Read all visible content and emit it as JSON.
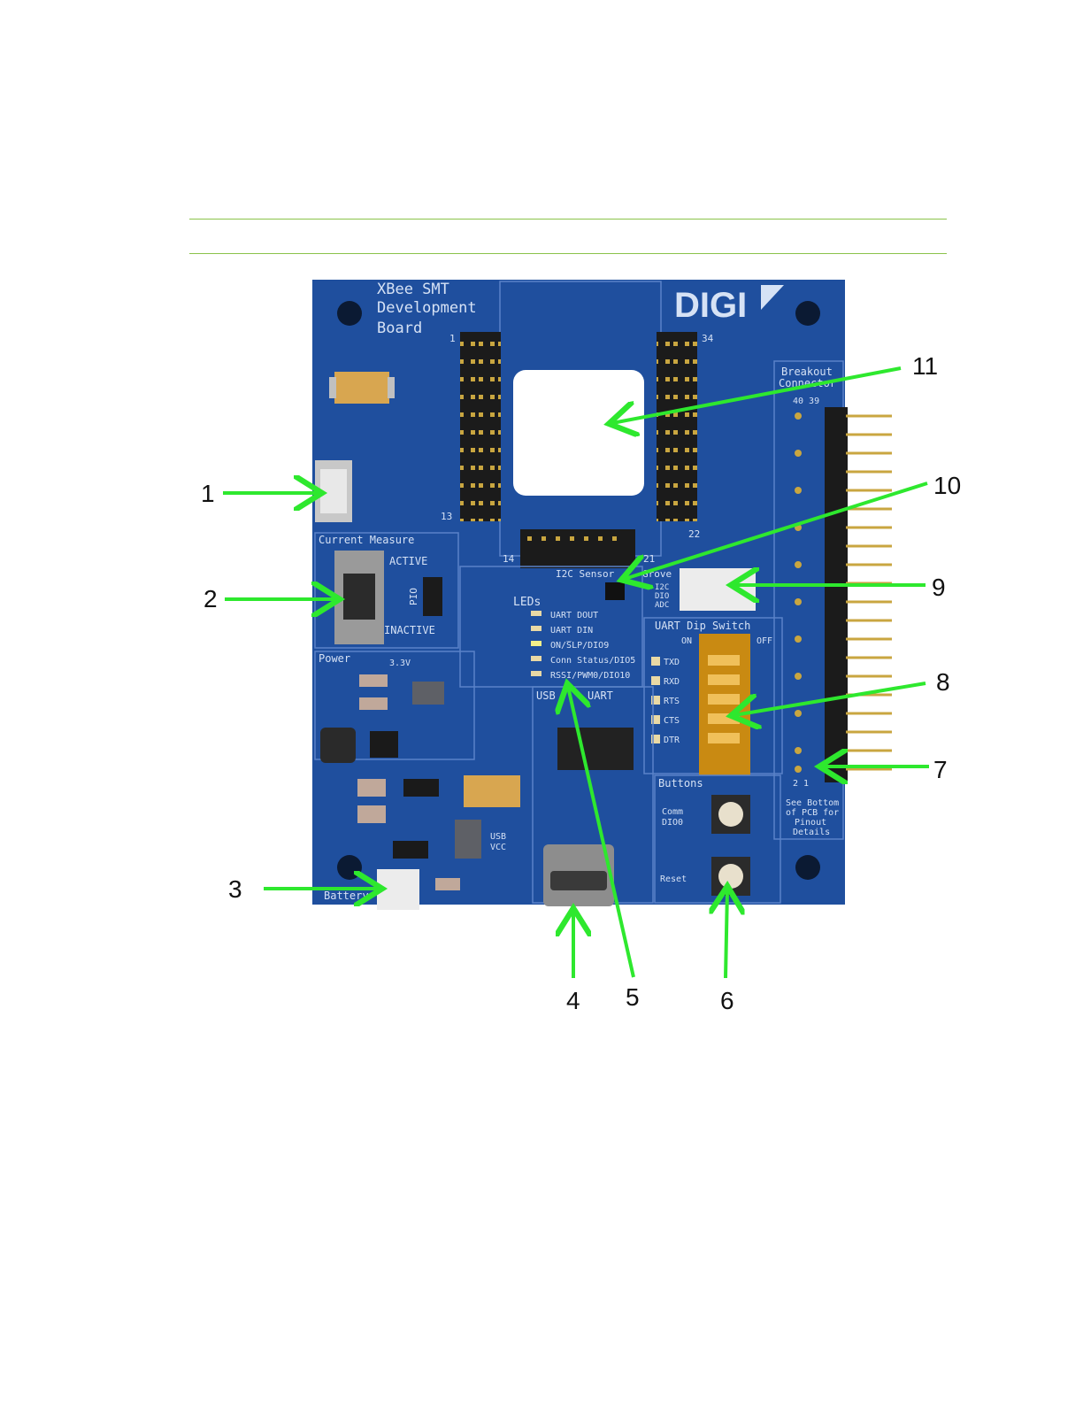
{
  "callouts": [
    "1",
    "2",
    "3",
    "4",
    "5",
    "6",
    "7",
    "8",
    "9",
    "10",
    "11"
  ],
  "board": {
    "title_lines": [
      "XBee SMT",
      "Development",
      "Board"
    ],
    "brand": "DIGI",
    "breakout_lines": [
      "Breakout",
      "Connector"
    ],
    "breakout_pins_top": "40 39",
    "breakout_pins_bottom": "2  1",
    "pin_1": "1",
    "pin_13": "13",
    "pin_34": "34",
    "pin_22": "22",
    "pin_14": "14",
    "pin_21": "21",
    "current_measure": "Current Measure",
    "active": "ACTIVE",
    "inactive": "INACTIVE",
    "pio": "PIO",
    "power": "Power",
    "v33": "3.3V",
    "i2c_sensor": "I2C Sensor",
    "grove": "Grove",
    "grove_lines": [
      "I2C",
      "DIO",
      "ADC"
    ],
    "leds_title": "LEDs",
    "leds": [
      "UART DOUT",
      "UART DIN",
      "ON/̅SLP/DIO9",
      "Conn Status/DIO5",
      "RSSI/PWM0/DIO10"
    ],
    "uart_dip": "UART Dip Switch",
    "on": "ON",
    "off": "OFF",
    "dip_labels": [
      "TXD",
      "RXD",
      "RTS",
      "CTS",
      "DTR"
    ],
    "usb": "USB",
    "uart": "UART",
    "buttons": "Buttons",
    "comm_lines": [
      "Comm",
      "DIO0"
    ],
    "reset": "Reset",
    "usb_vcc_lines": [
      "USB",
      "VCC"
    ],
    "battery": "Battery",
    "see_bottom_lines": [
      "See Bottom",
      "of PCB for",
      "Pinout",
      "Details"
    ]
  },
  "colors": {
    "pcb": "#1f4f9e",
    "arrow": "#2ee82e",
    "rule": "#8bc34a"
  }
}
